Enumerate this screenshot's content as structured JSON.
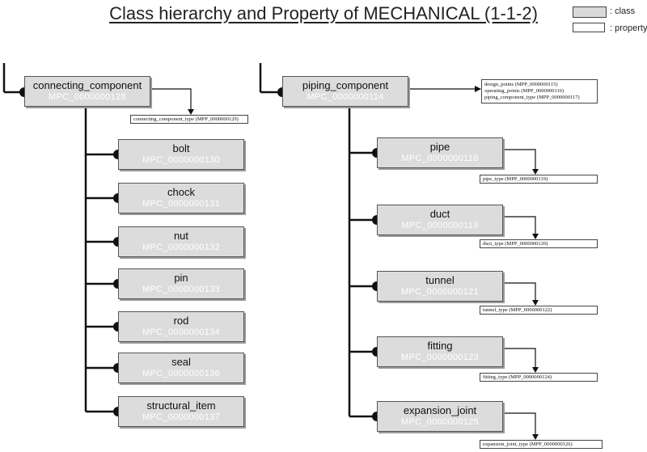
{
  "title": "Class hierarchy and Property of MECHANICAL (1-1-2)",
  "legend": {
    "class_label": ": class",
    "property_label": ": property"
  },
  "left": {
    "root": {
      "name": "connecting_component",
      "id": "MPC_0000000128"
    },
    "root_property": "connecting_component_type (MPP_0000000129)",
    "children": [
      {
        "name": "bolt",
        "id": "MPC_0000000130"
      },
      {
        "name": "chock",
        "id": "MPC_0000000131"
      },
      {
        "name": "nut",
        "id": "MPC_0000000132"
      },
      {
        "name": "pin",
        "id": "MPC_0000000133"
      },
      {
        "name": "rod",
        "id": "MPC_0000000134"
      },
      {
        "name": "seal",
        "id": "MPC_0000000136"
      },
      {
        "name": "structural_item",
        "id": "MPC_0000000137"
      }
    ]
  },
  "right": {
    "root": {
      "name": "piping_component",
      "id": "MPC_0000000114"
    },
    "root_properties": [
      "design_points (MPP_0000000115)",
      "operating_points (MPP_0000000116)",
      "piping_component_type (MPP_0000000117)"
    ],
    "children": [
      {
        "name": "pipe",
        "id": "MPC_0000000118",
        "property": "pipe_type (MPP_0000000119)"
      },
      {
        "name": "duct",
        "id": "MPC_0000000119",
        "property": "duct_type (MPP_0000000120)"
      },
      {
        "name": "tunnel",
        "id": "MPC_0000000121",
        "property": "tunnel_type (MPP_0000000122)"
      },
      {
        "name": "fitting",
        "id": "MPC_0000000123",
        "property": "fitting_type (MPP_0000000124)"
      },
      {
        "name": "expansion_joint",
        "id": "MPC_0000000125",
        "property": "expansion_joint_type (MPP_0000000126)"
      }
    ]
  }
}
